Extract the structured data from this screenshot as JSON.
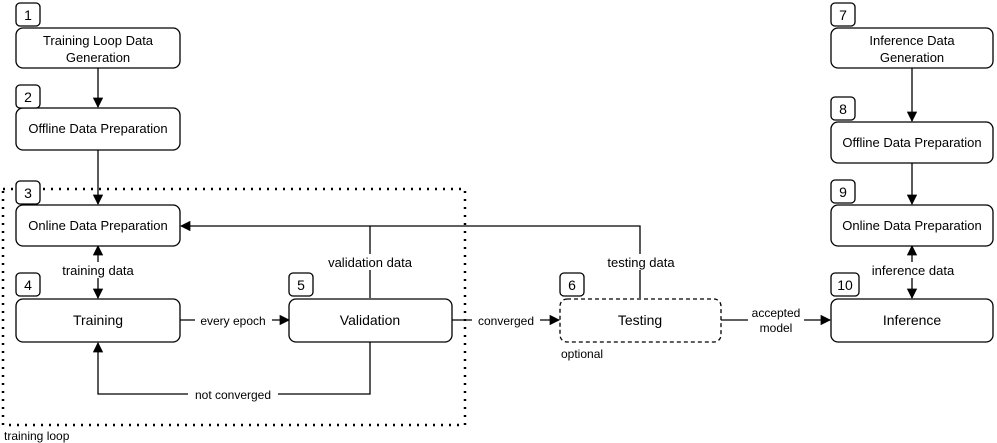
{
  "steps": {
    "s1": {
      "number": "1",
      "line1": "Training Loop Data",
      "line2": "Generation"
    },
    "s2": {
      "number": "2",
      "label": "Offline Data Preparation"
    },
    "s3": {
      "number": "3",
      "label": "Online Data Preparation"
    },
    "s4": {
      "number": "4",
      "label": "Training"
    },
    "s5": {
      "number": "5",
      "label": "Validation"
    },
    "s6": {
      "number": "6",
      "label": "Testing",
      "note": "optional"
    },
    "s7": {
      "number": "7",
      "line1": "Inference Data",
      "line2": "Generation"
    },
    "s8": {
      "number": "8",
      "label": "Offline Data Preparation"
    },
    "s9": {
      "number": "9",
      "label": "Online Data Preparation"
    },
    "s10": {
      "number": "10",
      "label": "Inference"
    }
  },
  "edges": {
    "training_data": "training data",
    "validation_data": "validation data",
    "testing_data": "testing data",
    "inference_data": "inference data",
    "every_epoch": "every epoch",
    "converged": "converged",
    "not_converged": "not converged",
    "accepted_line1": "accepted",
    "accepted_line2": "model"
  },
  "groups": {
    "training_loop": "training loop"
  }
}
